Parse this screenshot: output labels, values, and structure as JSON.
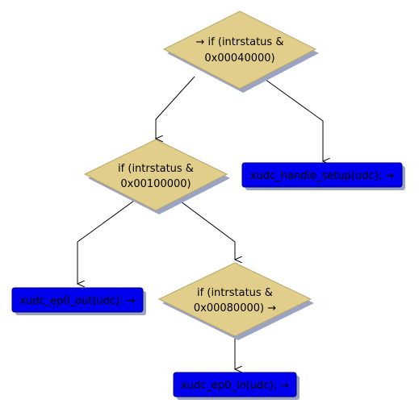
{
  "colors": {
    "decision_fill": "#e0ce8a",
    "decision_stroke": "#b6a66a",
    "action_fill": "#0000ee",
    "action_stroke": "#000080",
    "shadow": "#9aa3c2",
    "edge": "#000000"
  },
  "nodes": {
    "decision_setup": {
      "line1": "→ if (intrstatus &",
      "line2": "0x00040000)"
    },
    "decision_out": {
      "line1": "if (intrstatus &",
      "line2": "0x00100000)"
    },
    "decision_in": {
      "line1": "if (intrstatus &",
      "line2": "0x00080000) →"
    },
    "action_setup": {
      "label": "xudc_handle_setup(udc); →"
    },
    "action_out": {
      "label": "xudc_ep0_out(udc); →"
    },
    "action_in": {
      "label": "xudc_ep0_in(udc); →"
    }
  }
}
